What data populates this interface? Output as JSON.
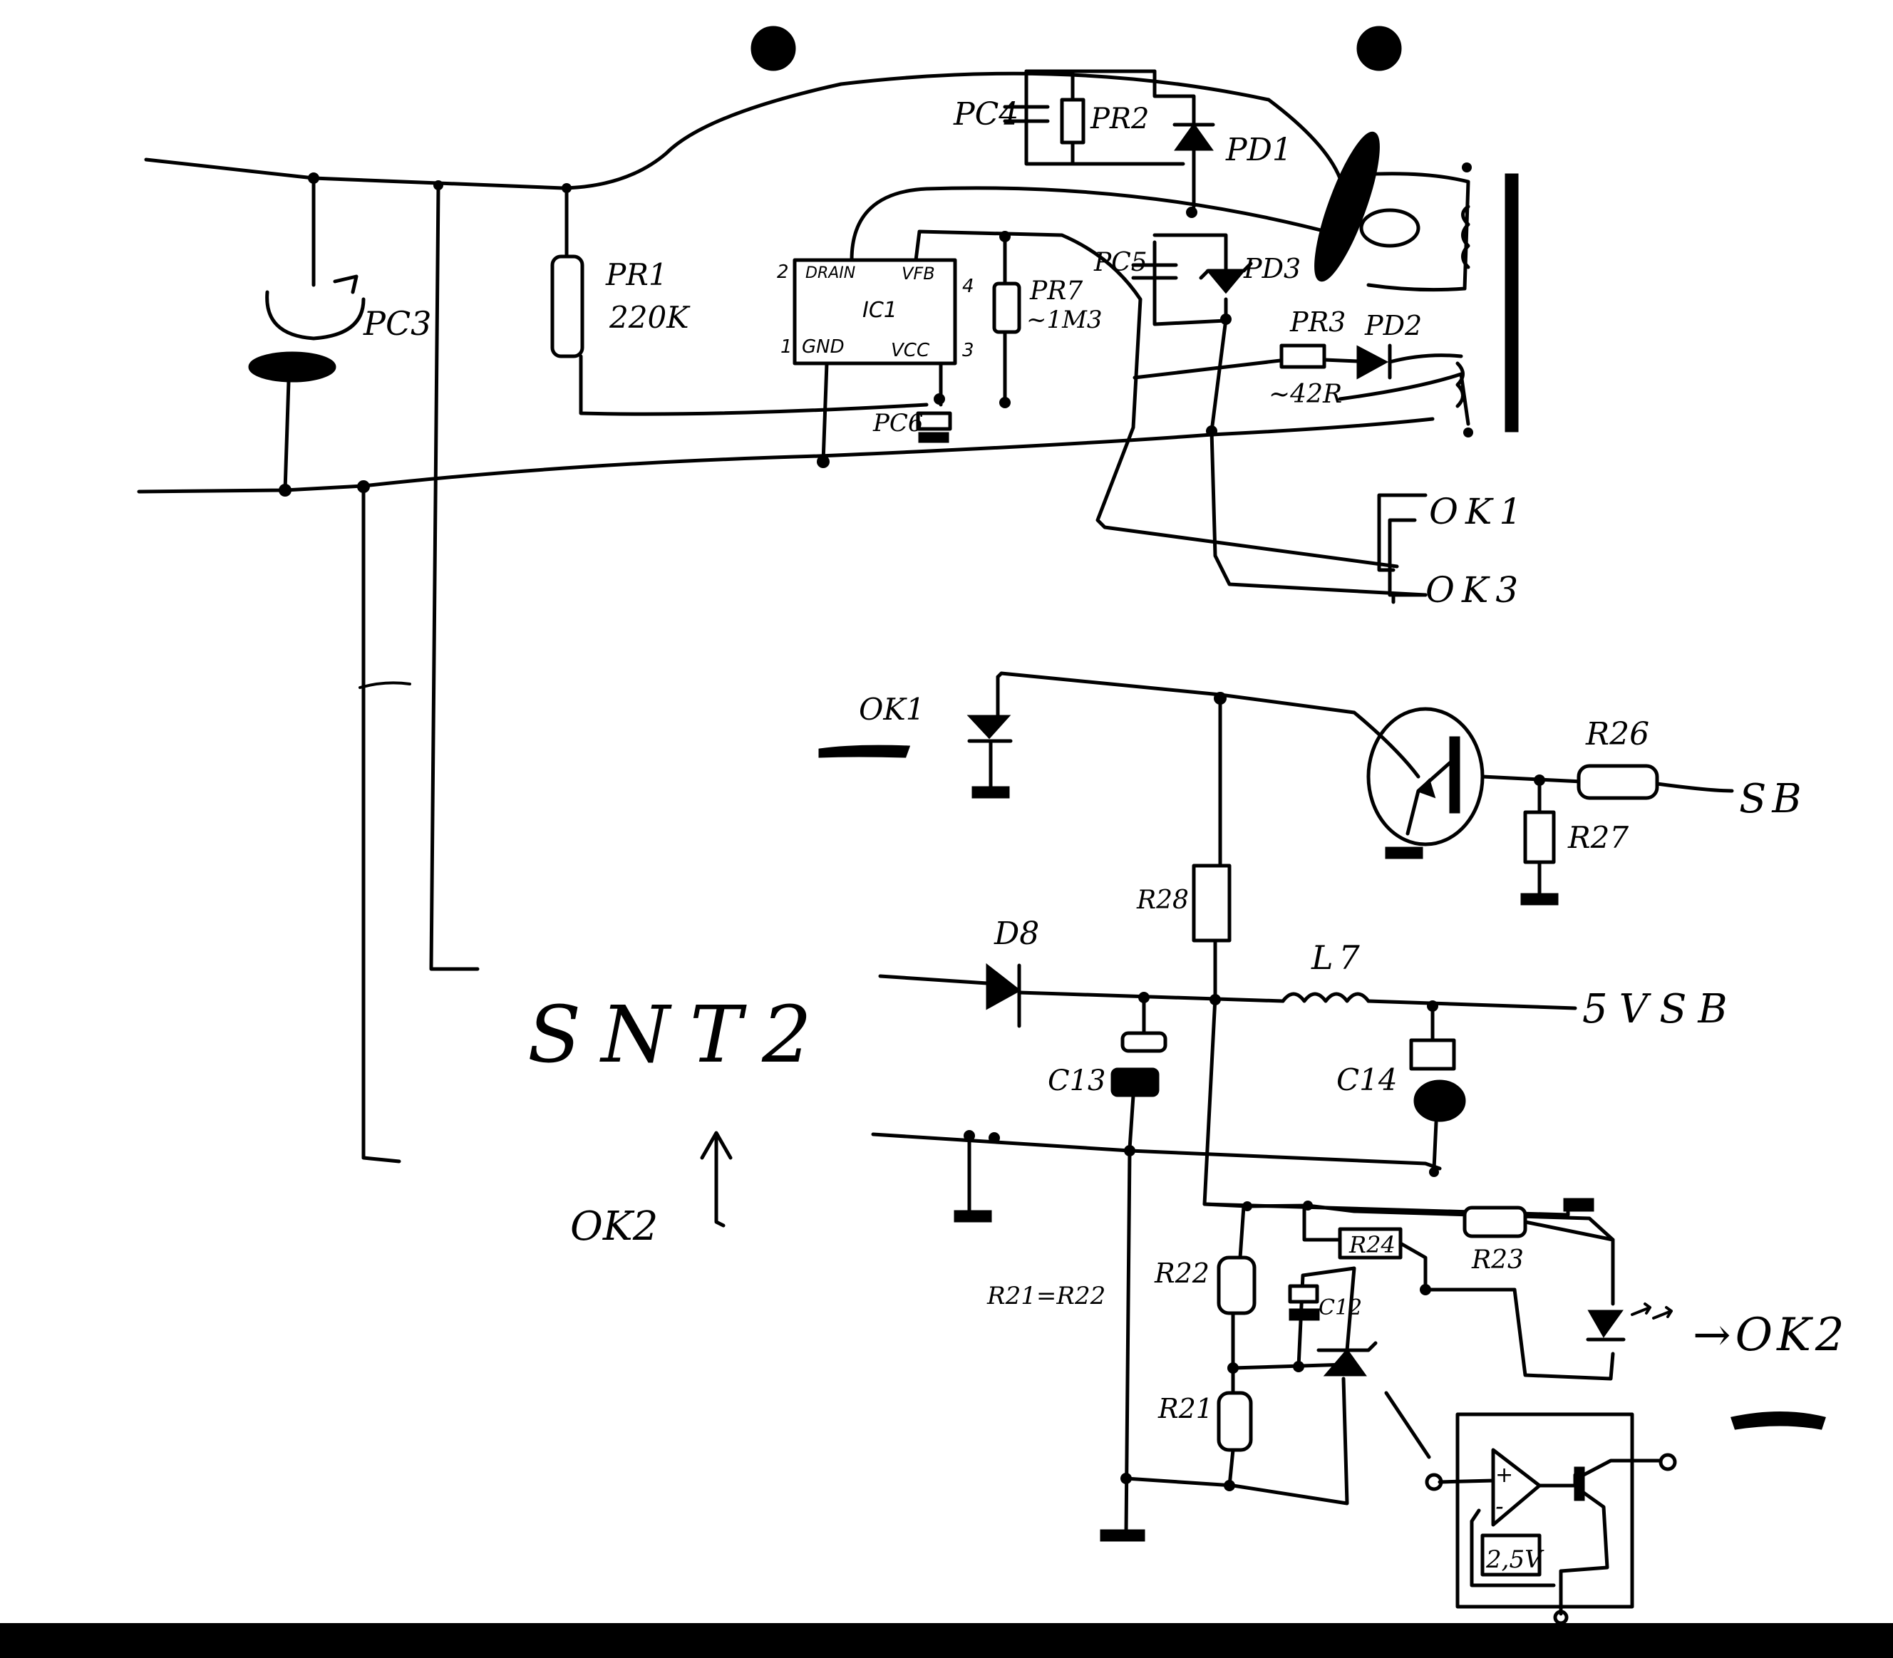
{
  "labels": {
    "pc4": "PC4",
    "pr2": "PR2",
    "pd1": "PD1",
    "pr1": "PR1",
    "pr1_value": "220K",
    "pc3": "PC3",
    "ic1_drain": "DRAIN",
    "ic1_vfb": "VFB",
    "ic1_name": "IC1",
    "ic1_gnd": "GND",
    "ic1_vcc": "VCC",
    "pin2": "2",
    "pin4": "4",
    "pin1": "1",
    "pin3": "3",
    "pr7": "PR7",
    "pr7_value": "~1M3",
    "pc5": "PC5",
    "pd3": "PD3",
    "pr3": "PR3",
    "pr3_value": "~42R",
    "pd2": "PD2",
    "pc6": "PC6",
    "ok1": "OK1",
    "ok3": "OK3",
    "ok1_marker": "OK1",
    "r26": "R26",
    "r27": "R27",
    "r28": "R28",
    "sb": "SB",
    "d8": "D8",
    "l7": "L7",
    "vout": "5VSB",
    "c13": "C13",
    "c14": "C14",
    "title": "SNT2",
    "ok2_left": "OK2",
    "r22": "R22",
    "r21": "R21",
    "r21_eq": "R21=R22",
    "r24": "R24",
    "r23": "R23",
    "c12": "C12",
    "ok2_right": "→OK2",
    "ref_25v": "2,5V",
    "plus": "+",
    "minus": "-"
  }
}
